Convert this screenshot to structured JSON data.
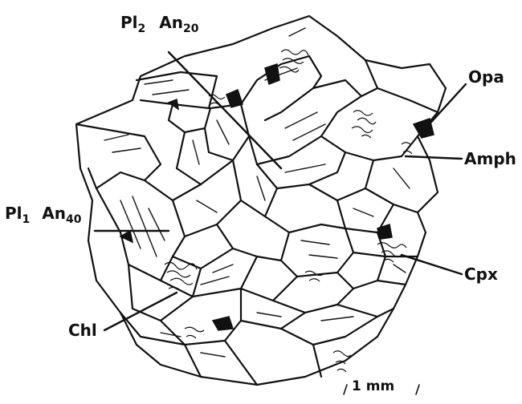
{
  "labels": {
    "pl2": {
      "name": "Pl",
      "index": "2",
      "an": "An",
      "an_index": "20"
    },
    "pl1": {
      "name": "Pl",
      "index": "1",
      "an": "An",
      "an_index": "40"
    },
    "opa": "Opa",
    "amph": "Amph",
    "cpx": "Cpx",
    "chl": "Chl",
    "scale": "1 mm"
  },
  "colors": {
    "ink": "#111111",
    "paper": "#ffffff"
  }
}
